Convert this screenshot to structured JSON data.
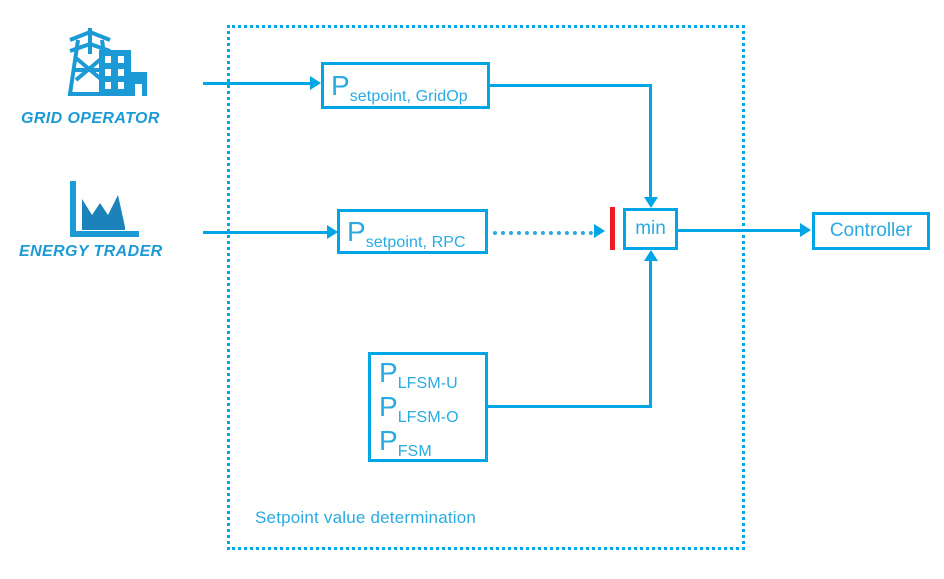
{
  "diagram": {
    "title": "Setpoint value determination",
    "colors": {
      "primary_blue": "#00a5e5",
      "text_blue": "#29abe2",
      "actor_blue": "#1b9ad6",
      "limit_red": "#ee1b24",
      "background": "#ffffff"
    }
  },
  "actors": [
    {
      "id": "grid-operator",
      "label": "GRID OPERATOR",
      "icon": "power-tower-building-icon"
    },
    {
      "id": "energy-trader",
      "label": "ENERGY TRADER",
      "icon": "area-chart-icon"
    }
  ],
  "group": {
    "label": "Setpoint value determination",
    "border_style": "dotted"
  },
  "blocks": [
    {
      "id": "setpoint-gridop",
      "symbol": "P",
      "subscript": "setpoint, GridOp"
    },
    {
      "id": "setpoint-rpc",
      "symbol": "P",
      "subscript": "setpoint, RPC"
    },
    {
      "id": "lfsm",
      "lines": [
        {
          "symbol": "P",
          "subscript": "LFSM-U"
        },
        {
          "symbol": "P",
          "subscript": "LFSM-O"
        },
        {
          "symbol": "P",
          "subscript": "FSM"
        }
      ]
    },
    {
      "id": "min",
      "label": "min"
    },
    {
      "id": "controller",
      "label": "Controller"
    }
  ],
  "connectors": [
    {
      "id": "gridop-input-arrow",
      "from": "grid-operator",
      "to": "setpoint-gridop",
      "style": "solid"
    },
    {
      "id": "trader-input-arrow",
      "from": "energy-trader",
      "to": "setpoint-rpc",
      "style": "solid"
    },
    {
      "id": "gridop-to-min",
      "from": "setpoint-gridop",
      "to": "min",
      "style": "solid"
    },
    {
      "id": "rpc-to-min",
      "from": "setpoint-rpc",
      "to": "min",
      "style": "dotted"
    },
    {
      "id": "lfsm-to-min",
      "from": "lfsm",
      "to": "min",
      "style": "solid"
    },
    {
      "id": "min-to-controller",
      "from": "min",
      "to": "controller",
      "style": "solid"
    }
  ],
  "markers": [
    {
      "id": "limit-marker",
      "color": "#ee1b24",
      "shape": "vertical-bar"
    }
  ]
}
